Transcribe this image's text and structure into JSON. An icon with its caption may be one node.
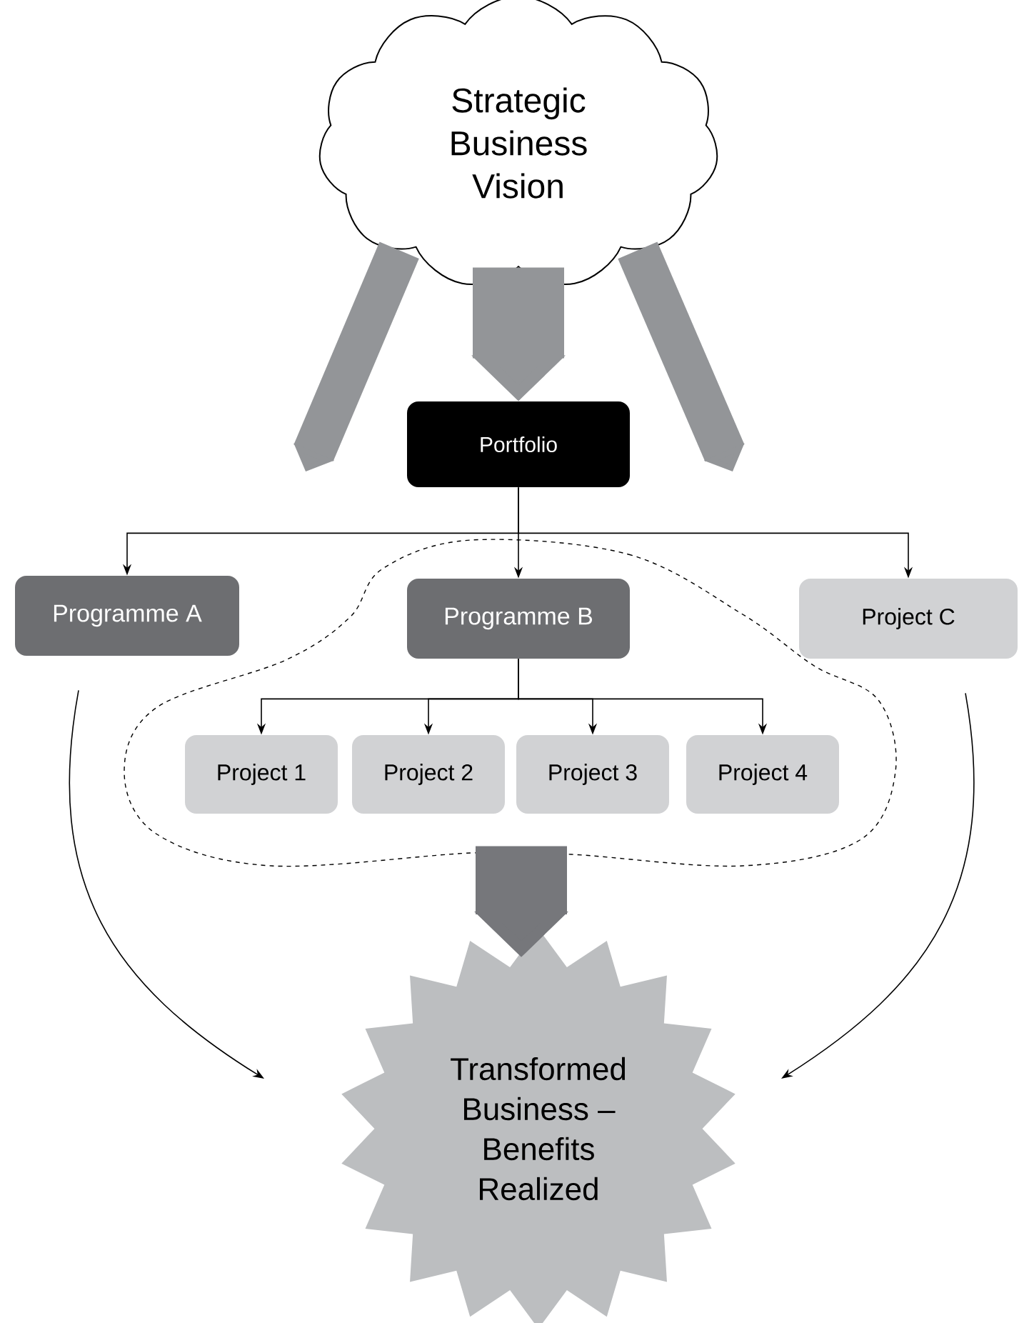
{
  "diagram": {
    "nodes": [
      {
        "text": [
          "Strategic Business Vision"
        ]
      },
      {
        "text": [
          "Portfolio"
        ]
      },
      {
        "text": [
          "Programme A"
        ]
      },
      {
        "text": [],
        "shape": "blob"
      },
      {
        "text": [
          "Programme B"
        ],
        "in": 3
      },
      {
        "text": [
          "Project C"
        ]
      },
      {
        "text": [
          "Project 1"
        ],
        "in": 3
      },
      {
        "text": [
          "Project 2"
        ],
        "in": 3
      },
      {
        "text": [
          "Project 3"
        ],
        "in": 3
      },
      {
        "text": [
          "Project 4"
        ],
        "in": 3
      },
      {
        "text": [
          "Transformed Business – Benefits Realized"
        ]
      }
    ],
    "edges": [
      {
        "from": 0,
        "to": 1,
        "arrow": "to",
        "style": "thick",
        "color": "#939598"
      },
      {
        "from": 0,
        "to": null,
        "arrow": "to",
        "style": "thick",
        "color": "#939598"
      },
      {
        "from": 0,
        "to": null,
        "arrow": "to",
        "style": "thick",
        "color": "#939598"
      },
      {
        "from": 1,
        "to": 2,
        "arrow": "to"
      },
      {
        "from": 1,
        "to": 4,
        "arrow": "to"
      },
      {
        "from": 1,
        "to": 5,
        "arrow": "to"
      },
      {
        "from": 4,
        "to": 6,
        "arrow": "to"
      },
      {
        "from": 4,
        "to": 7,
        "arrow": "to"
      },
      {
        "from": 4,
        "to": 8,
        "arrow": "to"
      },
      {
        "from": 4,
        "to": 9,
        "arrow": "to"
      },
      {
        "from": 2,
        "to": 10,
        "arrow": "to"
      },
      {
        "from": 5,
        "to": 10,
        "arrow": "to"
      },
      {
        "from": 3,
        "to": 10,
        "arrow": "to",
        "style": "thick",
        "color": "#76777b"
      }
    ]
  }
}
